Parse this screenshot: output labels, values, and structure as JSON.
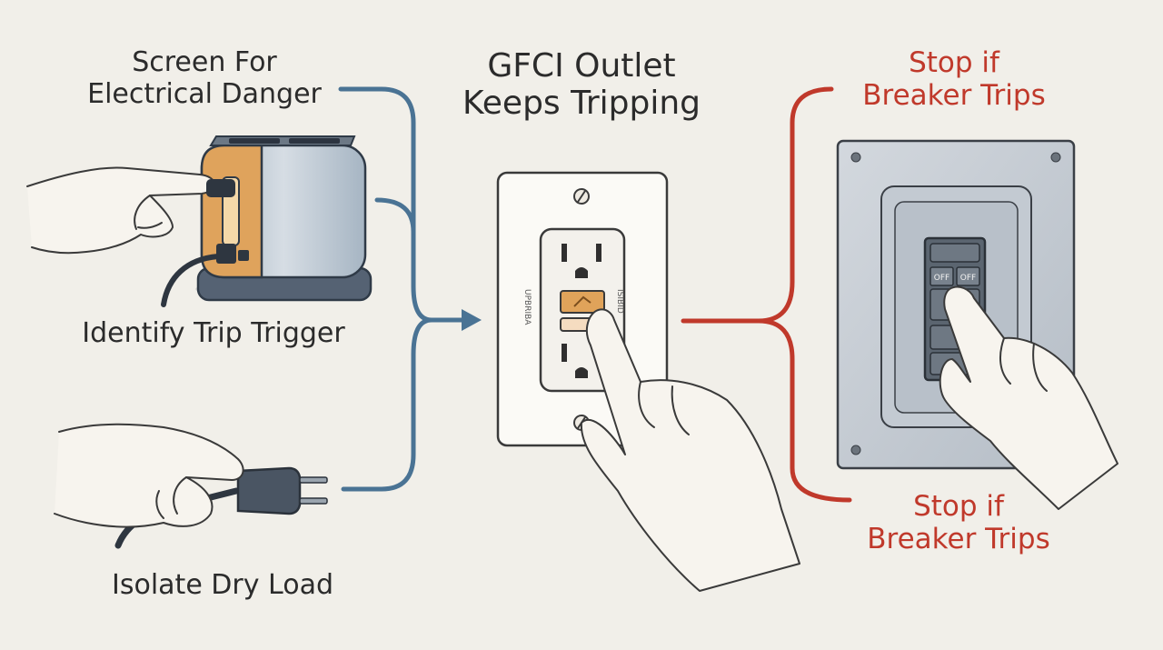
{
  "title": {
    "line1": "GFCI Outlet",
    "line2": "Keeps Tripping"
  },
  "left": {
    "screen_line1": "Screen For",
    "screen_line2": "Electrical Danger",
    "identify": "Identify Trip Trigger",
    "isolate": "Isolate Dry Load"
  },
  "right": {
    "top_line1": "Stop if",
    "top_line2": "Breaker Trips",
    "bottom_line1": "Stop if",
    "bottom_line2": "Breaker Trips"
  },
  "outlet": {
    "side_text_left": "UPBRIBA",
    "side_text_right": "ISIBID"
  },
  "breaker": {
    "switch_left": "OFF",
    "switch_right": "OFF"
  },
  "colors": {
    "background": "#f1efe9",
    "blue_bracket": "#4a7394",
    "red_bracket": "#c0392b",
    "red_text": "#c0392b",
    "toaster_accent": "#dfa35c",
    "panel_gray": "#c9cfd6"
  },
  "icons": [
    "toaster-icon",
    "hand-icon",
    "plug-icon",
    "gfci-outlet-icon",
    "breaker-panel-icon"
  ]
}
